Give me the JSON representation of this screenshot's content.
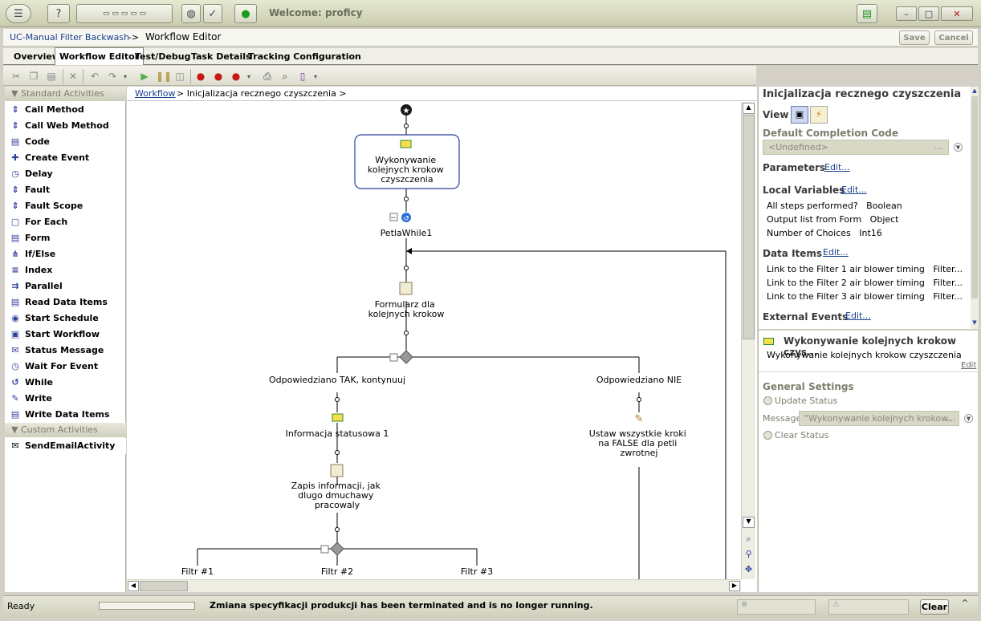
{
  "app": {
    "welcome": "Welcome: proficy"
  },
  "header": {
    "breadcrumb_app": "UC-Manual Filter Backwash",
    "breadcrumb_sep": "->",
    "breadcrumb_page": "Workflow Editor",
    "save_label": "Save",
    "cancel_label": "Cancel"
  },
  "tabs": [
    {
      "label": "Overview",
      "active": false
    },
    {
      "label": "Workflow Editor",
      "active": true
    },
    {
      "label": "Test/Debug",
      "active": false
    },
    {
      "label": "Task Details",
      "active": false
    },
    {
      "label": "Tracking Configuration",
      "active": false
    }
  ],
  "toolbar": {
    "icons": [
      "cut-icon",
      "copy-icon",
      "paste-icon",
      "delete-icon",
      "undo-icon",
      "redo-icon",
      "run-icon",
      "pause-icon",
      "stop-icon",
      "breakpoint-icon",
      "breakpoint-clear-icon",
      "breakpoint-toggle-icon",
      "print-icon",
      "print-preview-icon",
      "page-setup-icon"
    ]
  },
  "left_panel": {
    "standard_title": "Standard Activities",
    "custom_title": "Custom Activities",
    "standard": [
      {
        "label": "Call Method",
        "icon": "call-method-icon"
      },
      {
        "label": "Call Web Method",
        "icon": "call-web-method-icon"
      },
      {
        "label": "Code",
        "icon": "code-icon"
      },
      {
        "label": "Create Event",
        "icon": "create-event-icon"
      },
      {
        "label": "Delay",
        "icon": "delay-icon"
      },
      {
        "label": "Fault",
        "icon": "fault-icon"
      },
      {
        "label": "Fault Scope",
        "icon": "fault-scope-icon"
      },
      {
        "label": "For Each",
        "icon": "for-each-icon"
      },
      {
        "label": "Form",
        "icon": "form-icon"
      },
      {
        "label": "If/Else",
        "icon": "if-else-icon"
      },
      {
        "label": "Index",
        "icon": "index-icon"
      },
      {
        "label": "Parallel",
        "icon": "parallel-icon"
      },
      {
        "label": "Read Data Items",
        "icon": "read-data-items-icon"
      },
      {
        "label": "Start Schedule",
        "icon": "start-schedule-icon"
      },
      {
        "label": "Start Workflow",
        "icon": "start-workflow-icon"
      },
      {
        "label": "Status Message",
        "icon": "status-message-icon"
      },
      {
        "label": "Wait For Event",
        "icon": "wait-for-event-icon"
      },
      {
        "label": "While",
        "icon": "while-icon"
      },
      {
        "label": "Write",
        "icon": "write-icon"
      },
      {
        "label": "Write Data Items",
        "icon": "write-data-items-icon"
      }
    ],
    "custom": [
      {
        "label": "SendEmailActivity",
        "icon": "send-email-icon"
      }
    ]
  },
  "canvas": {
    "breadcrumb_link": "Workflow",
    "breadcrumb_rest": "> Inicjalizacja recznego czyszczenia >",
    "nodes": {
      "status1": [
        "Wykonywanie",
        "kolejnych krokow",
        "czyszczenia"
      ],
      "while": [
        "PetlaWhile1"
      ],
      "form": [
        "Formularz dla",
        "kolejnych krokow"
      ],
      "branch_yes": [
        "Odpowiedziano TAK, kontynuuj"
      ],
      "branch_no": [
        "Odpowiedziano NIE"
      ],
      "status2": [
        "Informacja statusowa 1"
      ],
      "write": [
        "Ustaw wszystkie kroki",
        "na FALSE dla petli",
        "zwrotnej"
      ],
      "form2": [
        "Zapis informacji, jak",
        "dlugo dmuchawy",
        "pracowaly"
      ],
      "filter1": [
        "Filtr #1"
      ],
      "filter2": [
        "Filtr #2"
      ],
      "filter3": [
        "Filtr #3"
      ]
    }
  },
  "right_panel": {
    "title": "Inicjalizacja recznego czyszczenia",
    "view_label": "View",
    "default_completion_label": "Default Completion Code",
    "default_completion_value": "<Undefined>",
    "parameters_label": "Parameters",
    "edit_label": "Edit...",
    "local_variables_label": "Local Variables",
    "local_variables": [
      {
        "name": "All steps performed?",
        "type": "Boolean"
      },
      {
        "name": "Output list from Form",
        "type": "Object"
      },
      {
        "name": "Number of Choices",
        "type": "Int16"
      }
    ],
    "data_items_label": "Data Items",
    "data_items": [
      {
        "name": "Link to the Filter 1 air blower timing",
        "value": "Filter..."
      },
      {
        "name": "Link to the Filter 2 air blower timing",
        "value": "Filter..."
      },
      {
        "name": "Link to the Filter 3 air blower timing",
        "value": "Filter..."
      }
    ],
    "external_events_label": "External Events",
    "selected_title": "Wykonywanie kolejnych krokow czys...",
    "selected_desc": "Wykonywanie kolejnych krokow czyszczenia",
    "selected_edit": "Edit",
    "general_settings_label": "General Settings",
    "update_status_label": "Update Status",
    "message_label": "Message",
    "message_value": "\"Wykonywanie kolejnych krokow...",
    "clear_status_label": "Clear Status",
    "ellipsis": "..."
  },
  "statusbar": {
    "ready": "Ready",
    "message": "Zmiana specyfikacji produkcji has been terminated and is no longer running.",
    "clear_label": "Clear"
  },
  "colors": {
    "accent": "#1b3e8e",
    "node_border": "#2b3f9e",
    "ok_green": "#1a9a1a"
  }
}
